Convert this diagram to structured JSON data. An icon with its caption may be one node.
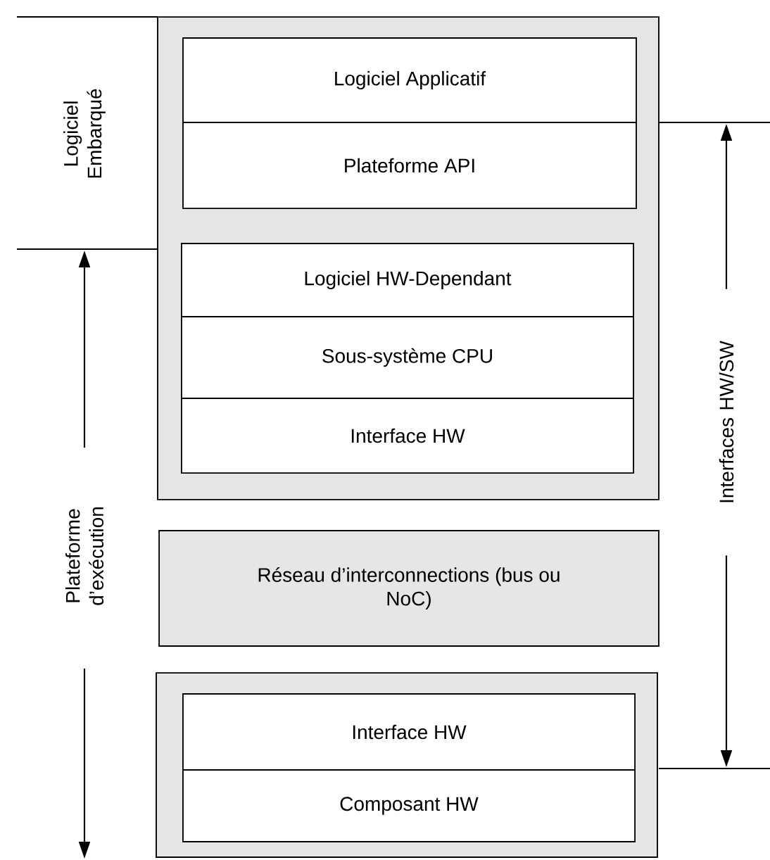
{
  "diagram": {
    "nodes": [
      {
        "text": [],
        "shape": "box"
      },
      {
        "text": [
          "Logiciel Applicatif"
        ],
        "in": 0
      },
      {
        "text": [
          "Plateforme API"
        ],
        "in": 0
      },
      {
        "text": [
          "Logiciel HW-Dependant"
        ],
        "in": 0
      },
      {
        "text": [
          "Sous-système CPU"
        ],
        "in": 0
      },
      {
        "text": [
          "Interface HW"
        ],
        "in": 0
      },
      {
        "text": [
          "Réseau d’interconnections (bus ou NoC)"
        ]
      },
      {
        "text": [],
        "shape": "box"
      },
      {
        "text": [
          "Interface HW"
        ],
        "in": 7
      },
      {
        "text": [
          "Composant HW"
        ],
        "in": 7
      }
    ],
    "labels": [
      "Logiciel Embarqué",
      "Plateforme d’exécution",
      "Interfaces HW/SW"
    ]
  }
}
